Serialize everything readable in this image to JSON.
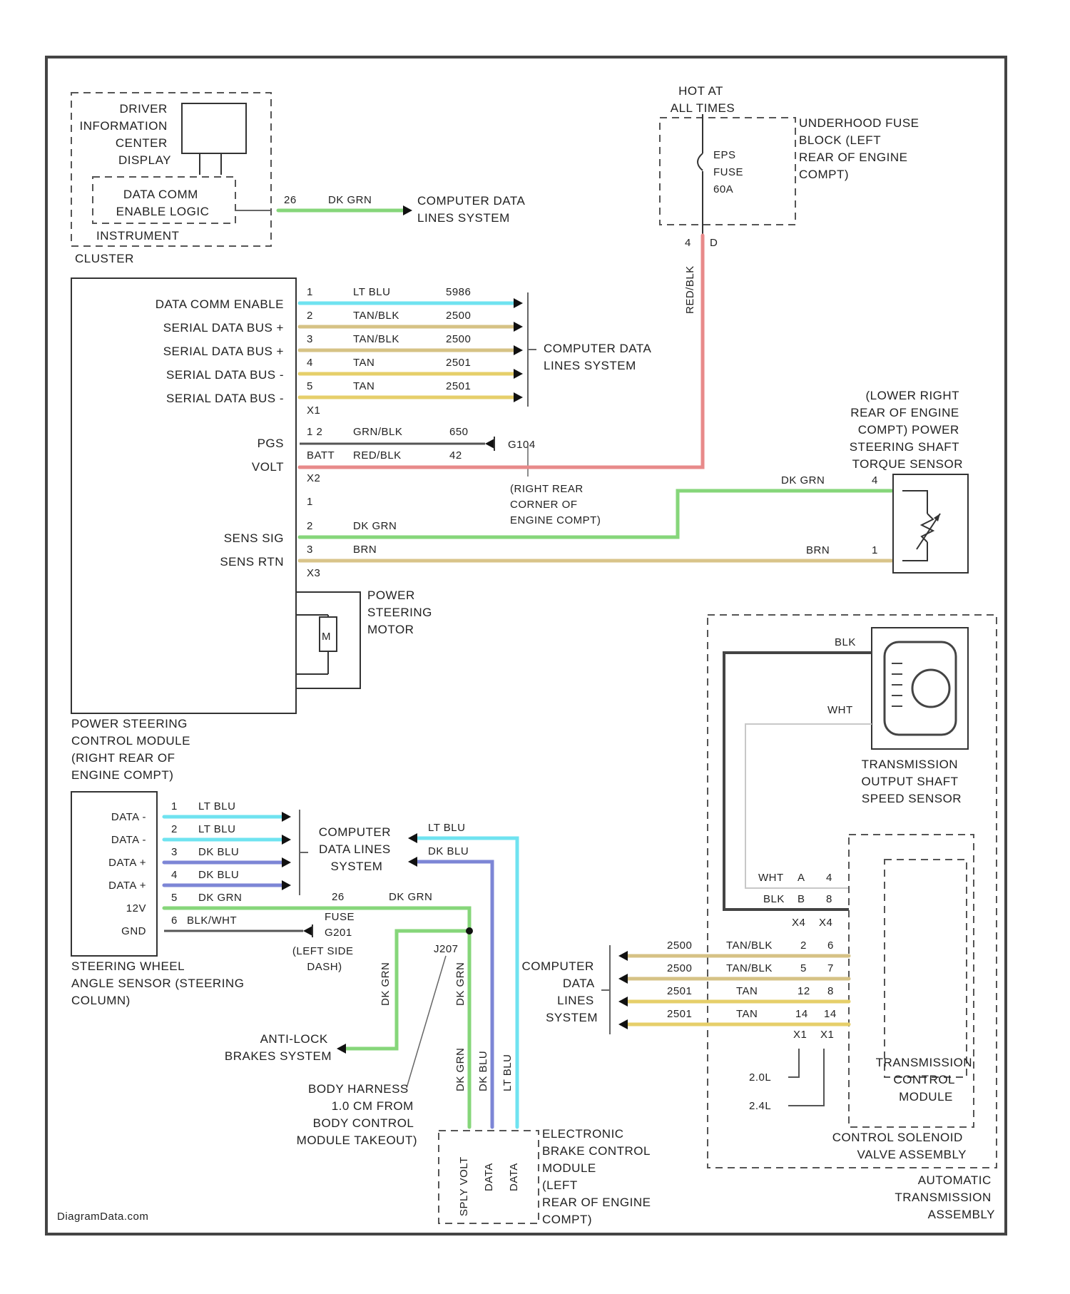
{
  "colors": {
    "lt_blu": "#6fe3f0",
    "tan_blk": "#d6c285",
    "tan": "#e6cf6a",
    "dk_grn": "#86d67a",
    "red_blk": "#e88a8a",
    "brn": "#d9c48a",
    "dk_blu": "#7d86d6",
    "blk": "#444444",
    "wht": "#c8c8c8"
  },
  "top_left": {
    "dic_label": [
      "DRIVER",
      "INFORMATION",
      "CENTER",
      "DISPLAY"
    ],
    "data_comm_label": [
      "DATA COMM",
      "ENABLE LOGIC"
    ],
    "ipc_label": [
      "INSTRUMENT",
      "CLUSTER"
    ],
    "pin": "26",
    "wire_label": "DK GRN",
    "dest": [
      "COMPUTER DATA",
      "LINES SYSTEM"
    ]
  },
  "fuse": {
    "hot_label": [
      "HOT AT",
      "ALL TIMES"
    ],
    "fuse_name": [
      "EPS",
      "FUSE",
      "60A"
    ],
    "block_label": [
      "UNDERHOOD FUSE",
      "BLOCK (LEFT",
      "REAR OF ENGINE",
      "COMPT)"
    ],
    "pin_a": "4",
    "pin_b": "D",
    "wire_label": "RED/BLK"
  },
  "pscm": {
    "label": [
      "POWER STEERING",
      "CONTROL MODULE",
      "(RIGHT REAR OF",
      "ENGINE COMPT)"
    ],
    "x1_rows": [
      {
        "name": "DATA COMM ENABLE",
        "pin": "1",
        "wire": "LT BLU",
        "circuit": "5986"
      },
      {
        "name": "SERIAL DATA BUS +",
        "pin": "2",
        "wire": "TAN/BLK",
        "circuit": "2500"
      },
      {
        "name": "SERIAL DATA BUS +",
        "pin": "3",
        "wire": "TAN/BLK",
        "circuit": "2500"
      },
      {
        "name": "SERIAL DATA BUS -",
        "pin": "4",
        "wire": "TAN",
        "circuit": "2501"
      },
      {
        "name": "SERIAL DATA BUS -",
        "pin": "5",
        "wire": "TAN",
        "circuit": "2501"
      }
    ],
    "x1": "X1",
    "x1_dest": [
      "COMPUTER DATA",
      "LINES SYSTEM"
    ],
    "x2_rows": [
      {
        "name": "PGS",
        "pin": "1 2",
        "wire": "GRN/BLK",
        "circuit": "650"
      },
      {
        "name": "VOLT",
        "pin": "BATT",
        "wire": "RED/BLK",
        "circuit": "42"
      }
    ],
    "x2": "X2",
    "ground": "G104",
    "ground_loc": [
      "(RIGHT REAR",
      "CORNER OF",
      "ENGINE COMPT)"
    ],
    "x3_rows": [
      {
        "name": "",
        "pin": "1",
        "wire": "",
        "circuit": ""
      },
      {
        "name": "SENS SIG",
        "pin": "2",
        "wire": "DK GRN",
        "circuit": ""
      },
      {
        "name": "SENS RTN",
        "pin": "3",
        "wire": "BRN",
        "circuit": ""
      }
    ],
    "x3": "X3",
    "motor_label": [
      "POWER",
      "STEERING",
      "MOTOR"
    ]
  },
  "torque_sensor": {
    "label": [
      "(LOWER RIGHT",
      "REAR OF ENGINE",
      "COMPT) POWER",
      "STEERING SHAFT",
      "TORQUE SENSOR"
    ],
    "wire_a": "DK GRN",
    "pin_a": "4",
    "wire_b": "BRN",
    "pin_b": "1"
  },
  "tcm": {
    "speed_label": [
      "TRANSMISSION",
      "OUTPUT SHAFT",
      "SPEED SENSOR"
    ],
    "blk": "BLK",
    "wht": "WHT",
    "rows_top": [
      {
        "wire": "WHT",
        "p1": "A",
        "p2": "4"
      },
      {
        "wire": "BLK",
        "p1": "B",
        "p2": "8"
      }
    ],
    "conn": [
      "X4",
      "X4"
    ],
    "rows": [
      {
        "circuit": "2500",
        "wire": "TAN/BLK",
        "p1": "2",
        "p2": "6"
      },
      {
        "circuit": "2500",
        "wire": "TAN/BLK",
        "p1": "5",
        "p2": "7"
      },
      {
        "circuit": "2501",
        "wire": "TAN",
        "p1": "12",
        "p2": "8"
      },
      {
        "circuit": "2501",
        "wire": "TAN",
        "p1": "14",
        "p2": "14"
      }
    ],
    "x1": [
      "X1",
      "X1"
    ],
    "dest": [
      "COMPUTER",
      "DATA",
      "LINES",
      "SYSTEM"
    ],
    "eng_a": "2.0L",
    "eng_b": "2.4L",
    "module_label": [
      "TRANSMISSION",
      "CONTROL",
      "MODULE"
    ],
    "valve_label": [
      "CONTROL SOLENOID",
      "VALVE ASSEMBLY"
    ],
    "assy_label": [
      "AUTOMATIC",
      "TRANSMISSION",
      "ASSEMBLY"
    ]
  },
  "swas": {
    "rows": [
      {
        "name": "DATA -",
        "pin": "1",
        "wire": "LT BLU"
      },
      {
        "name": "DATA -",
        "pin": "2",
        "wire": "LT BLU"
      },
      {
        "name": "DATA +",
        "pin": "3",
        "wire": "DK BLU"
      },
      {
        "name": "DATA +",
        "pin": "4",
        "wire": "DK BLU"
      },
      {
        "name": "12V",
        "pin": "5",
        "wire": "DK GRN"
      },
      {
        "name": "GND",
        "pin": "6",
        "wire": "BLK/WHT"
      }
    ],
    "dest": [
      "COMPUTER",
      "DATA LINES",
      "SYSTEM"
    ],
    "pin_26": "26",
    "wire_26": "DK GRN",
    "fuse_label": "FUSE",
    "ground": "G201",
    "ground_loc": [
      "(LEFT SIDE",
      "DASH)"
    ],
    "label": [
      "STEERING WHEEL",
      "ANGLE SENSOR (STEERING",
      "COLUMN)"
    ],
    "ltblu": "LT BLU",
    "dkblu": "DK BLU"
  },
  "ebcm": {
    "splice": "J207",
    "abs_label": [
      "ANTI-LOCK",
      "BRAKES SYSTEM"
    ],
    "harness_label": [
      "BODY HARNESS",
      "1.0 CM FROM",
      "BODY CONTROL",
      "MODULE TAKEOUT)"
    ],
    "vertical_wires": [
      "DK GRN",
      "DK GRN",
      "DK GRN",
      "DK BLU",
      "LT BLU"
    ],
    "pins": [
      "SPLY VOLT",
      "DATA",
      "DATA"
    ],
    "label": [
      "ELECTRONIC",
      "BRAKE CONTROL",
      "MODULE",
      "(LEFT",
      "REAR OF ENGINE",
      "COMPT)"
    ]
  },
  "watermark": "DiagramData.com"
}
